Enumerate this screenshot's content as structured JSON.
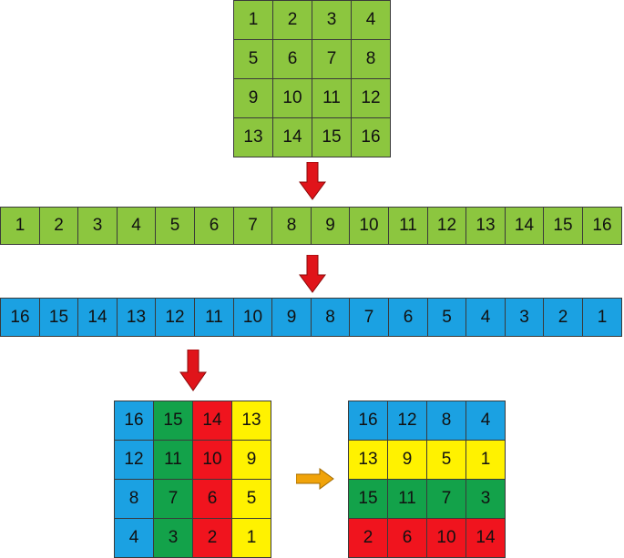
{
  "colors": {
    "green": "#8CC63F",
    "blue": "#1BA1E2",
    "darkgreen": "#13A24A",
    "red": "#F0141E",
    "yellow": "#FFF200",
    "arrow_red": "#E0141A",
    "arrow_orange": "#F0A30A"
  },
  "matrix_original": {
    "color": "green",
    "rows": [
      [
        "1",
        "2",
        "3",
        "4"
      ],
      [
        "5",
        "6",
        "7",
        "8"
      ],
      [
        "9",
        "10",
        "11",
        "12"
      ],
      [
        "13",
        "14",
        "15",
        "16"
      ]
    ]
  },
  "row_flattened": {
    "color": "green",
    "values": [
      "1",
      "2",
      "3",
      "4",
      "5",
      "6",
      "7",
      "8",
      "9",
      "10",
      "11",
      "12",
      "13",
      "14",
      "15",
      "16"
    ]
  },
  "row_reversed": {
    "color": "blue",
    "values": [
      "16",
      "15",
      "14",
      "13",
      "12",
      "11",
      "10",
      "9",
      "8",
      "7",
      "6",
      "5",
      "4",
      "3",
      "2",
      "1"
    ]
  },
  "matrix_reshaped": {
    "column_colors": [
      "blue",
      "darkgreen",
      "red",
      "yellow"
    ],
    "rows": [
      [
        "16",
        "15",
        "14",
        "13"
      ],
      [
        "12",
        "11",
        "10",
        "9"
      ],
      [
        "8",
        "7",
        "6",
        "5"
      ],
      [
        "4",
        "3",
        "2",
        "1"
      ]
    ]
  },
  "matrix_transposed": {
    "row_colors": [
      "blue",
      "yellow",
      "darkgreen",
      "red"
    ],
    "rows": [
      [
        "16",
        "12",
        "8",
        "4"
      ],
      [
        "13",
        "9",
        "5",
        "1"
      ],
      [
        "15",
        "11",
        "7",
        "3"
      ],
      [
        "2",
        "6",
        "10",
        "14"
      ]
    ]
  },
  "arrows": [
    {
      "name": "down-arrow-1-icon",
      "color": "arrow_red",
      "direction": "down"
    },
    {
      "name": "down-arrow-2-icon",
      "color": "arrow_red",
      "direction": "down"
    },
    {
      "name": "down-arrow-3-icon",
      "color": "arrow_red",
      "direction": "down"
    },
    {
      "name": "right-arrow-icon",
      "color": "arrow_orange",
      "direction": "right"
    }
  ]
}
